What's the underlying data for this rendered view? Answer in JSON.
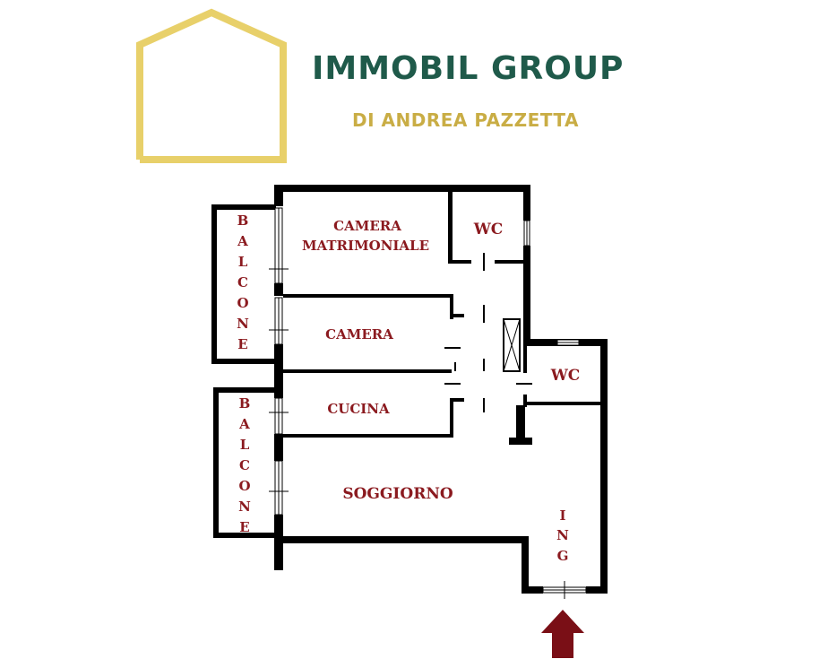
{
  "brand": {
    "name": "IMMOBIL GROUP",
    "subtitle": "DI ANDREA PAZZETTA",
    "logo_color": "#e8d06a",
    "name_color": "#1f5a4a",
    "subtitle_color": "#c9ad45"
  },
  "rooms": {
    "camera_matrimoniale_line1": "CAMERA",
    "camera_matrimoniale_line2": "MATRIMONIALE",
    "wc_top": "WC",
    "camera": "CAMERA",
    "wc_right": "WC",
    "cucina": "CUCINA",
    "soggiorno": "SOGGIORNO"
  },
  "vertical_labels": {
    "balcone_upper": [
      "B",
      "A",
      "L",
      "C",
      "O",
      "N",
      "E"
    ],
    "balcone_lower": [
      "B",
      "A",
      "L",
      "C",
      "O",
      "N",
      "E"
    ],
    "ingresso": [
      "I",
      "N",
      "G"
    ]
  },
  "colors": {
    "wall": "#000000",
    "label": "#8b1a1f",
    "entrance_arrow": "#7a0f16"
  },
  "icons": {
    "logo": "house-outline-icon",
    "entrance": "arrow-up-icon"
  }
}
